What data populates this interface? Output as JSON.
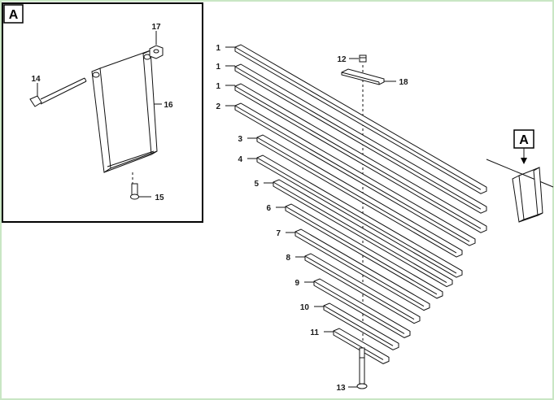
{
  "colors": {
    "border_accent": "#c9e6c4",
    "frame": "#000000",
    "line": "#111111"
  },
  "detail_view": {
    "letter": "A",
    "callouts": {
      "c14": "14",
      "c15": "15",
      "c16": "16",
      "c17": "17"
    }
  },
  "main_view": {
    "detail_marker": "A",
    "leaf_labels": [
      "1",
      "1",
      "1",
      "2",
      "3",
      "4",
      "5",
      "6",
      "7",
      "8",
      "9",
      "10",
      "11"
    ],
    "bolt_label": "13",
    "nut_label": "12",
    "plate_label": "18"
  }
}
